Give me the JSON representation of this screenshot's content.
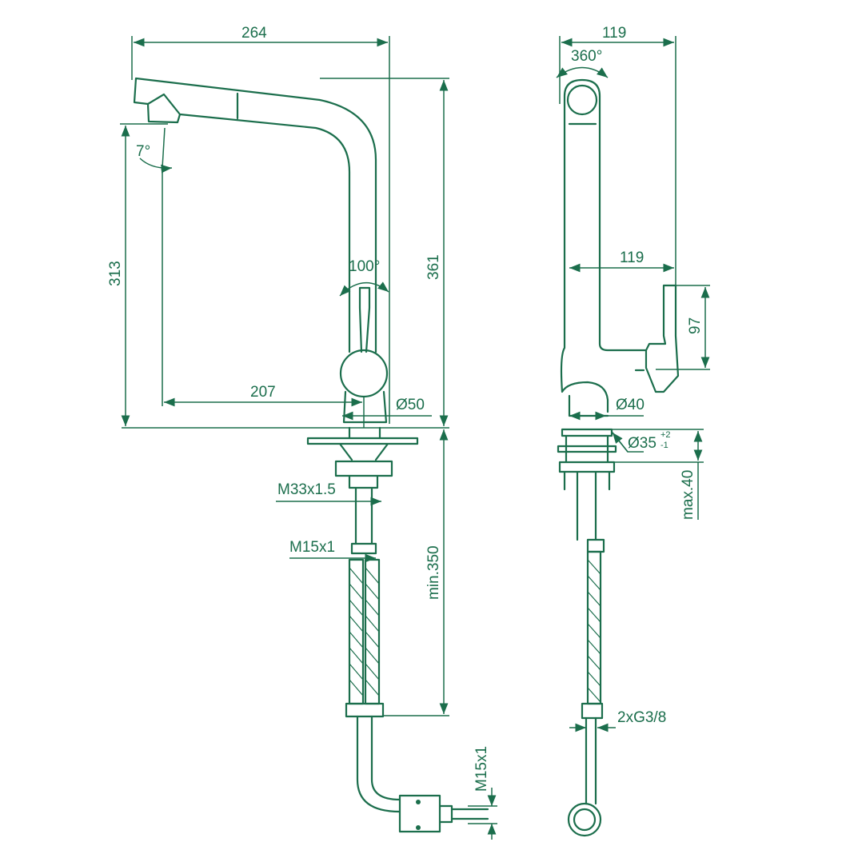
{
  "drawing": {
    "color": "#1b6e4c",
    "front_view": {
      "width_total": "264",
      "spout_angle": "7°",
      "spout_height": "313",
      "total_height": "361",
      "lever_angle": "100°",
      "reach": "207",
      "base_diameter": "Ø50",
      "mount_thread": "M33x1.5",
      "hose_thread": "M15x1",
      "min_length": "min.350",
      "outlet_thread": "M15x1"
    },
    "side_view": {
      "width_total": "119",
      "rotation": "360°",
      "lever_reach": "119",
      "lever_height": "97",
      "shank_diameter": "Ø40",
      "hole_diameter": "Ø35",
      "hole_tol_plus": "+2",
      "hole_tol_minus": "-1",
      "max_thickness": "max.40",
      "connection": "2xG3/8"
    }
  }
}
